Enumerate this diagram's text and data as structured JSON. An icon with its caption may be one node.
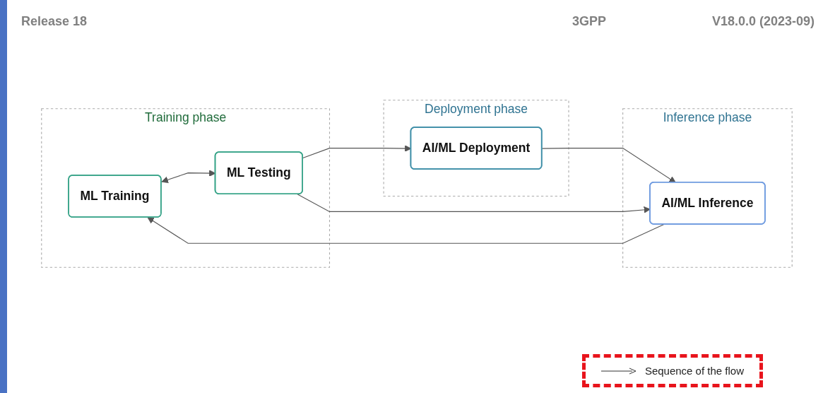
{
  "diagram": {
    "nodes": [
      {
        "text": [
          "Training phase"
        ]
      },
      {
        "text": [
          "ML Training"
        ],
        "in": 0
      },
      {
        "text": [
          "ML Testing"
        ],
        "in": 0
      },
      {
        "text": [
          "Deployment phase"
        ]
      },
      {
        "text": [
          "AI/ML Deployment"
        ],
        "in": 3
      },
      {
        "text": [
          "Inference phase"
        ]
      },
      {
        "text": [
          "AI/ML Inference"
        ],
        "in": 5
      }
    ],
    "edges": [
      {
        "from": 1,
        "to": 2,
        "arrow": "both"
      },
      {
        "from": 2,
        "to": 4,
        "arrow": "to"
      },
      {
        "from": 4,
        "to": 6,
        "arrow": "to"
      },
      {
        "from": 2,
        "to": 6,
        "arrow": "to"
      },
      {
        "from": 6,
        "to": 1,
        "arrow": "to"
      }
    ],
    "labels": [
      "Release 18",
      "3GPP",
      "V18.0.0 (2023-09)"
    ],
    "legend": [
      {
        "text": "Sequence of the flow"
      }
    ]
  }
}
